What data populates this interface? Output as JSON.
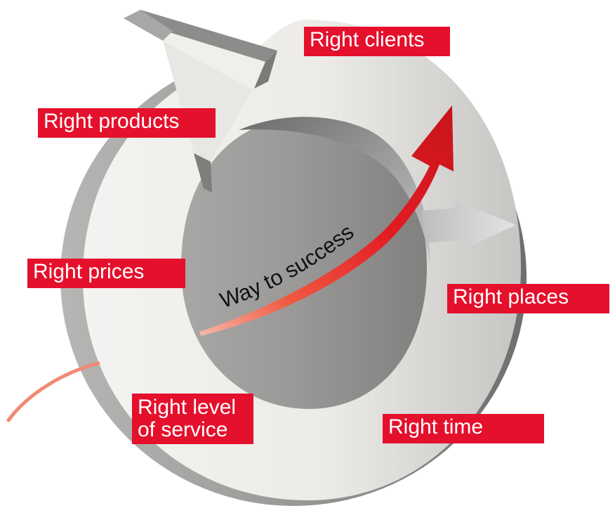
{
  "diagram": {
    "labels": {
      "clients": "Right clients",
      "products": "Right products",
      "prices": "Right prices",
      "places": "Right places",
      "service_line1": "Right level",
      "service_line2": "of service",
      "time": "Right time"
    },
    "arrow_text": "Way to success"
  },
  "colors": {
    "label_bg": "#e4102c",
    "label_text": "#ffffff",
    "red_arrow": "#e31b23",
    "ring_light": "#f3f1ee",
    "ring_shadow": "#8f8f8f"
  },
  "icons": {
    "ring": "circular-arrow-icon",
    "success": "rising-arrow-icon",
    "gray_pointer": "gray-arrow-icon"
  }
}
